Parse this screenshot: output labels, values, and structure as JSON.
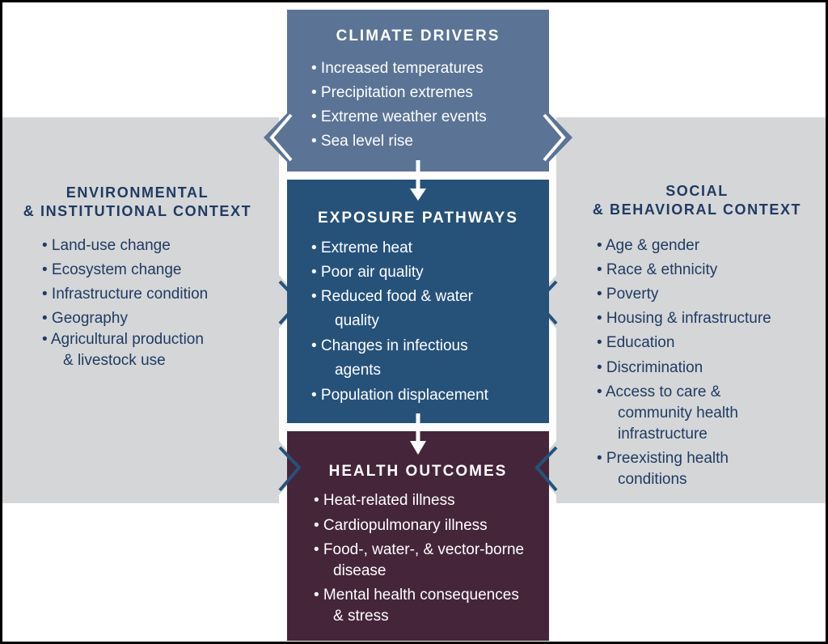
{
  "colors": {
    "climate": "#5b7496",
    "exposure": "#26527a",
    "health": "#45253a",
    "context": "#d5d6d8",
    "text": "#1f3b62"
  },
  "climate": {
    "title": "CLIMATE DRIVERS",
    "items": [
      "• Increased temperatures",
      "• Precipitation extremes",
      "• Extreme weather events",
      "• Sea level rise"
    ]
  },
  "exposure": {
    "title": "EXPOSURE PATHWAYS",
    "items": [
      "• Extreme heat",
      "• Poor air quality",
      "• Reduced food & water",
      "quality",
      "• Changes in infectious",
      "agents",
      "• Population displacement"
    ]
  },
  "health": {
    "title": "HEALTH OUTCOMES",
    "items": [
      "• Heat-related illness",
      "• Cardiopulmonary illness",
      "• Food-, water-, & vector-borne",
      "disease",
      "• Mental health consequences",
      "& stress"
    ]
  },
  "environmental": {
    "title_line1": "ENVIRONMENTAL",
    "title_line2": "& INSTITUTIONAL CONTEXT",
    "items": [
      "• Land-use change",
      "• Ecosystem change",
      "• Infrastructure condition",
      "• Geography",
      "• Agricultural production",
      "& livestock use"
    ]
  },
  "social": {
    "title_line1": "SOCIAL",
    "title_line2": "& BEHAVIORAL CONTEXT",
    "items": [
      "• Age & gender",
      "• Race & ethnicity",
      "• Poverty",
      "• Housing & infrastructure",
      "• Education",
      "• Discrimination",
      "• Access to care &",
      "community health",
      "infrastructure",
      "• Preexisting health",
      "conditions"
    ]
  }
}
